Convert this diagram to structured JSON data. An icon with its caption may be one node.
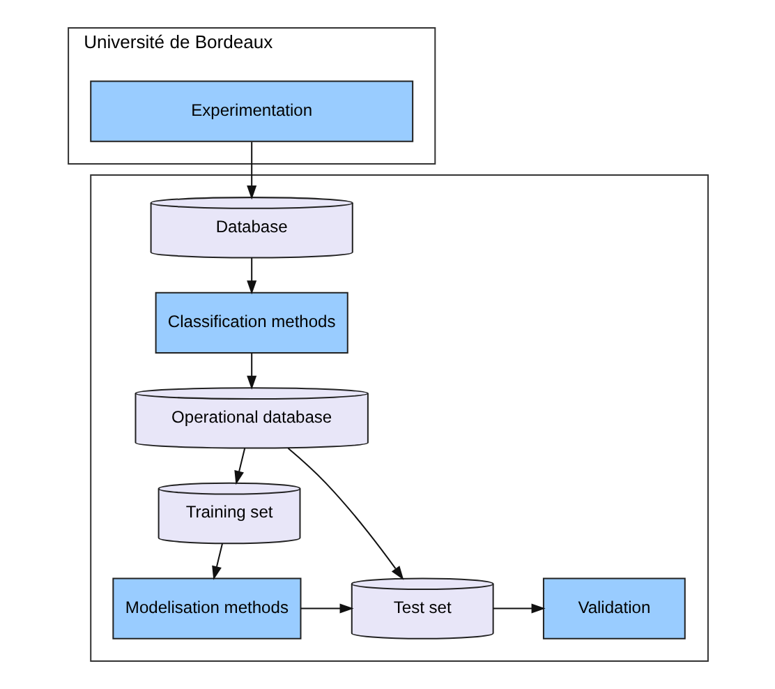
{
  "diagram": {
    "nodes": [
      {
        "text": [
          "Université de Bordeaux"
        ]
      },
      {
        "text": [
          "Experimentation"
        ],
        "in": 0
      },
      {
        "text": [],
        "shape": "box"
      },
      {
        "text": [
          "Database"
        ],
        "in": 2
      },
      {
        "text": [
          "Classification methods"
        ],
        "in": 2
      },
      {
        "text": [
          "Operational database"
        ],
        "in": 2
      },
      {
        "text": [
          "Training set"
        ],
        "in": 2
      },
      {
        "text": [
          "Modelisation methods"
        ],
        "in": 2
      },
      {
        "text": [
          "Test set"
        ],
        "in": 2
      },
      {
        "text": [
          "Validation"
        ],
        "in": 2
      }
    ],
    "edges": [
      {
        "from": 1,
        "to": 3,
        "arrow": "to"
      },
      {
        "from": 3,
        "to": 4,
        "arrow": "to"
      },
      {
        "from": 4,
        "to": 5,
        "arrow": "to"
      },
      {
        "from": 5,
        "to": 6,
        "arrow": "to"
      },
      {
        "from": 5,
        "to": 8,
        "arrow": "to"
      },
      {
        "from": 6,
        "to": 7,
        "arrow": "to"
      },
      {
        "from": 7,
        "to": 8,
        "arrow": "to"
      },
      {
        "from": 8,
        "to": 9,
        "arrow": "to"
      }
    ]
  }
}
